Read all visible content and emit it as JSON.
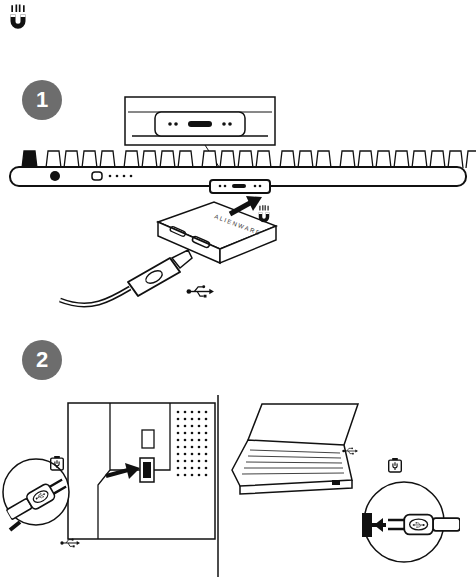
{
  "diagram": {
    "nodes": [
      {
        "text": [
          "1"
        ]
      },
      {
        "text": [
          "2"
        ]
      }
    ],
    "labels": [
      "ALIENWARE"
    ]
  }
}
